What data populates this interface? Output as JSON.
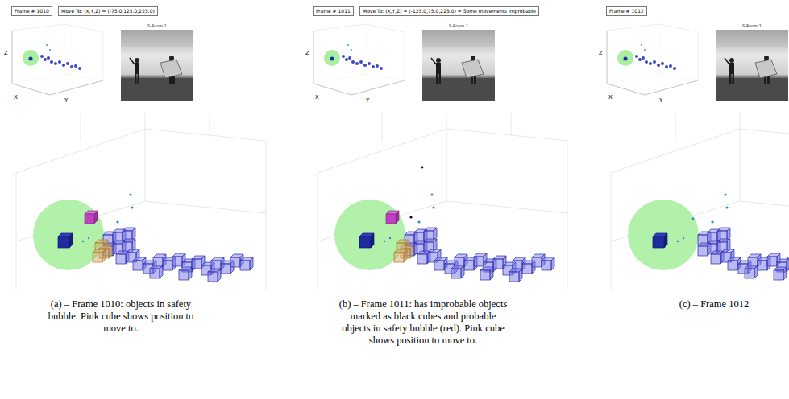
{
  "diagram": {
    "labels": [
      "Frame # 1010",
      "Move To: (X,Y,Z) = (-75.0,125.0,225.0)",
      "S-Room 1",
      "Z",
      "X",
      "Y",
      "(a) – Frame 1010: objects in safety bubble. Pink cube shows position to move to.",
      "Frame # 1011",
      "Move To: (X,Y,Z) = (-125.0,75.0,225.0) = Some movements improbable",
      "S-Room 1",
      "Z",
      "X",
      "Y",
      "(b) – Frame 1011: has improbable objects marked as black cubes and probable objects in safety bubble (red). Pink cube shows position to move to.",
      "Frame # 1012",
      "S-Room 1",
      "Z",
      "X",
      "Y",
      "(c) – Frame 1012"
    ]
  }
}
